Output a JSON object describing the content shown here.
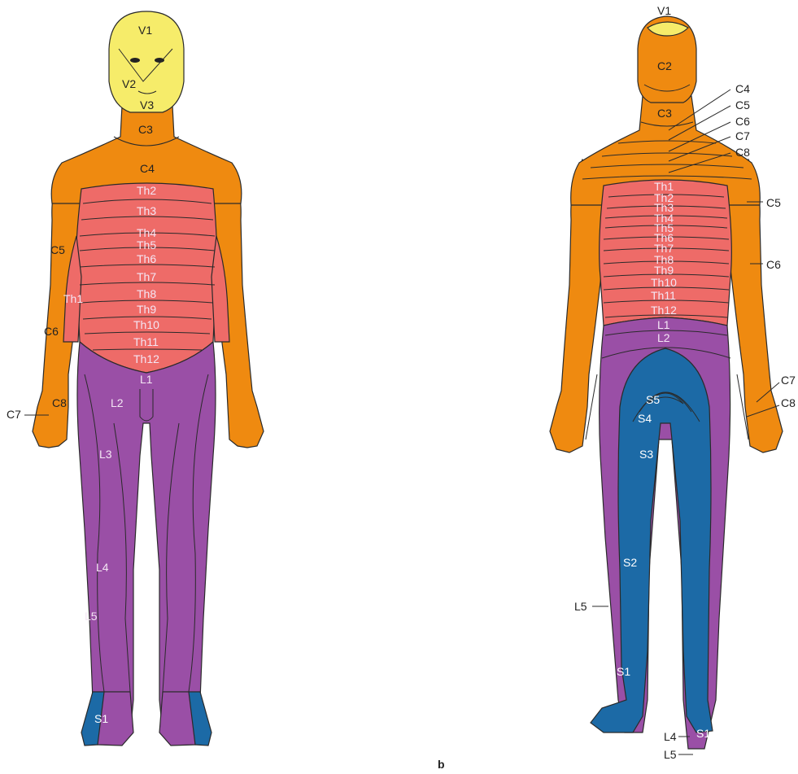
{
  "colors": {
    "trigeminal": "#f6ec6a",
    "cervical": "#ef8a10",
    "thoracic": "#ee6b68",
    "lumbar": "#9a4fa6",
    "sacral": "#1c6aa6"
  },
  "front": {
    "labels": {
      "v1": "V1",
      "v2": "V2",
      "v3": "V3",
      "c3": "C3",
      "c4": "C4",
      "c5": "C5",
      "c6": "C6",
      "c7": "C7",
      "c8": "C8",
      "th1": "Th1",
      "th2": "Th2",
      "th3": "Th3",
      "th4": "Th4",
      "th5": "Th5",
      "th6": "Th6",
      "th7": "Th7",
      "th8": "Th8",
      "th9": "Th9",
      "th10": "Th10",
      "th11": "Th11",
      "th12": "Th12",
      "l1": "L1",
      "l2": "L2",
      "l3": "L3",
      "l4": "L4",
      "l5": "L5",
      "s1": "S1"
    }
  },
  "back": {
    "labels": {
      "v1": "V1",
      "c2": "C2",
      "c3": "C3",
      "c4": "C4",
      "c5": "C5",
      "c6": "C6",
      "c7": "C7",
      "c8": "C8",
      "c5_arm": "C5",
      "c6_arm": "C6",
      "c7_hand": "C7",
      "c8_hand": "C8",
      "th1": "Th1",
      "th2": "Th2",
      "th3": "Th3",
      "th4": "Th4",
      "th5": "Th5",
      "th6": "Th6",
      "th7": "Th7",
      "th8": "Th8",
      "th9": "Th9",
      "th10": "Th10",
      "th11": "Th11",
      "th12": "Th12",
      "l1": "L1",
      "l2": "L2",
      "s5": "S5",
      "s4": "S4",
      "s3": "S3",
      "s2": "S2",
      "s1_leg": "S1",
      "l5_leg": "L5",
      "l4_foot": "L4",
      "s1_foot": "S1",
      "l5_foot": "L5"
    }
  },
  "caption": "b"
}
